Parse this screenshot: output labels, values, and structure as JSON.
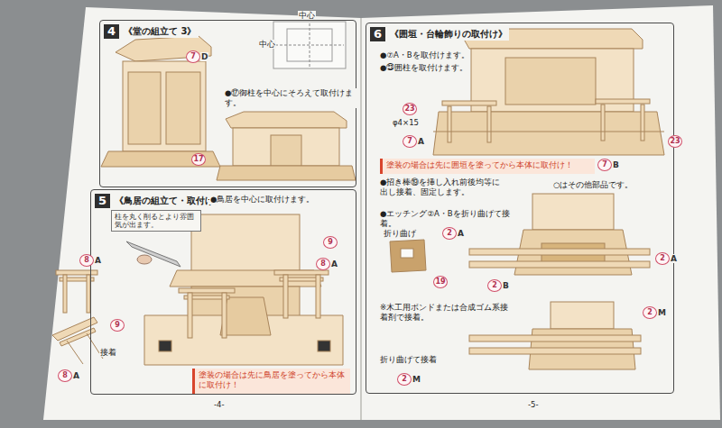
{
  "diagram": {
    "nodes": [
      {
        "text": [
          "4",
          "《堂の組立て 3》"
        ]
      },
      {
        "text": [
          "5",
          "《鳥居の組立て・取付け》"
        ]
      },
      {
        "text": [
          "柱を丸く削るとより雰囲気が出ます。"
        ],
        "in": 1
      },
      {
        "text": [
          "塗装の場合は先に鳥居を塗ってから本体に取付け！"
        ],
        "in": 1
      },
      {
        "text": [
          "6",
          "《囲垣・台輪飾りの取付け》"
        ]
      },
      {
        "text": [
          "塗装の場合は先に囲垣を塗ってから本体に取付け！"
        ],
        "in": 4
      }
    ],
    "labels": [
      "中心",
      "中心",
      "7",
      "D",
      "●⑰御柱を中心にそろえて取付けます。",
      "17",
      "●鳥居を中心に取付けます。",
      "8",
      "A",
      "9",
      "8",
      "A",
      "9",
      "接着",
      "8",
      "A",
      "-4-",
      "●⑦A・Bを取付けます。",
      "●㉓囲柱を取付けます。",
      "23",
      "φ4×15",
      "7",
      "A",
      "23",
      "7",
      "B",
      "●招き棒⑲を挿し入れ前後均等に出し接着、固定します。",
      "●エッチング②A・Bを折り曲げて接着。",
      "○はその他部品です。",
      "折り曲げ",
      "2",
      "A",
      "19",
      "2",
      "A",
      "2",
      "B",
      "※木工用ボンドまたは合成ゴム系接着剤で接着。",
      "2",
      "M",
      "折り曲げて接着",
      "2",
      "M",
      "-5-"
    ]
  }
}
